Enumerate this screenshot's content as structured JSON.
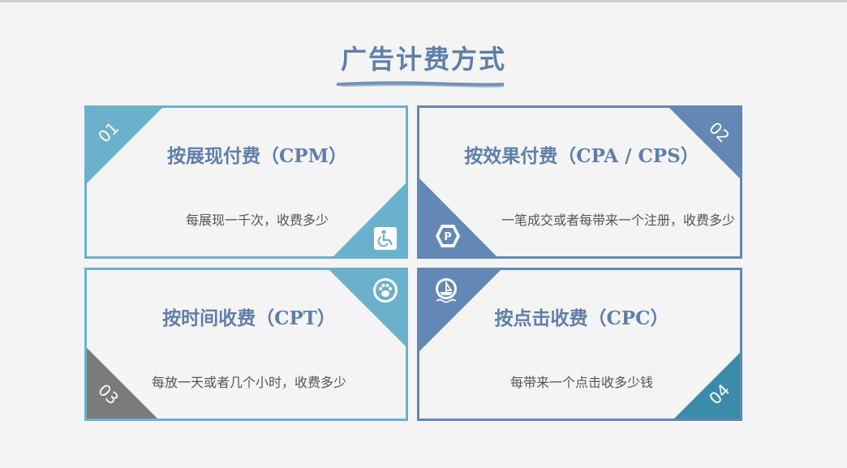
{
  "title": "广告计费方式",
  "cards": [
    {
      "number": "01",
      "heading": "按展现付费（CPM）",
      "description": "每展现一千次，收费多少",
      "icon": "wheelchair-icon",
      "color": "#6cb1cb"
    },
    {
      "number": "02",
      "heading": "按效果付费（CPA / CPS）",
      "description": "一笔成交或者每带来一个注册，收费多少",
      "icon": "parking-icon",
      "color": "#6388b5"
    },
    {
      "number": "03",
      "heading": "按时间收费（CPT）",
      "description": "每放一天或者几个小时，收费多少",
      "icon": "paw-icon",
      "color": "#6cb1cb",
      "number_color": "#7b7b7b"
    },
    {
      "number": "04",
      "heading": "按点击收费（CPC）",
      "description": "每带来一个点击收多少钱",
      "icon": "ship-icon",
      "color": "#6388b5",
      "number_color": "#3a8ca8"
    }
  ]
}
